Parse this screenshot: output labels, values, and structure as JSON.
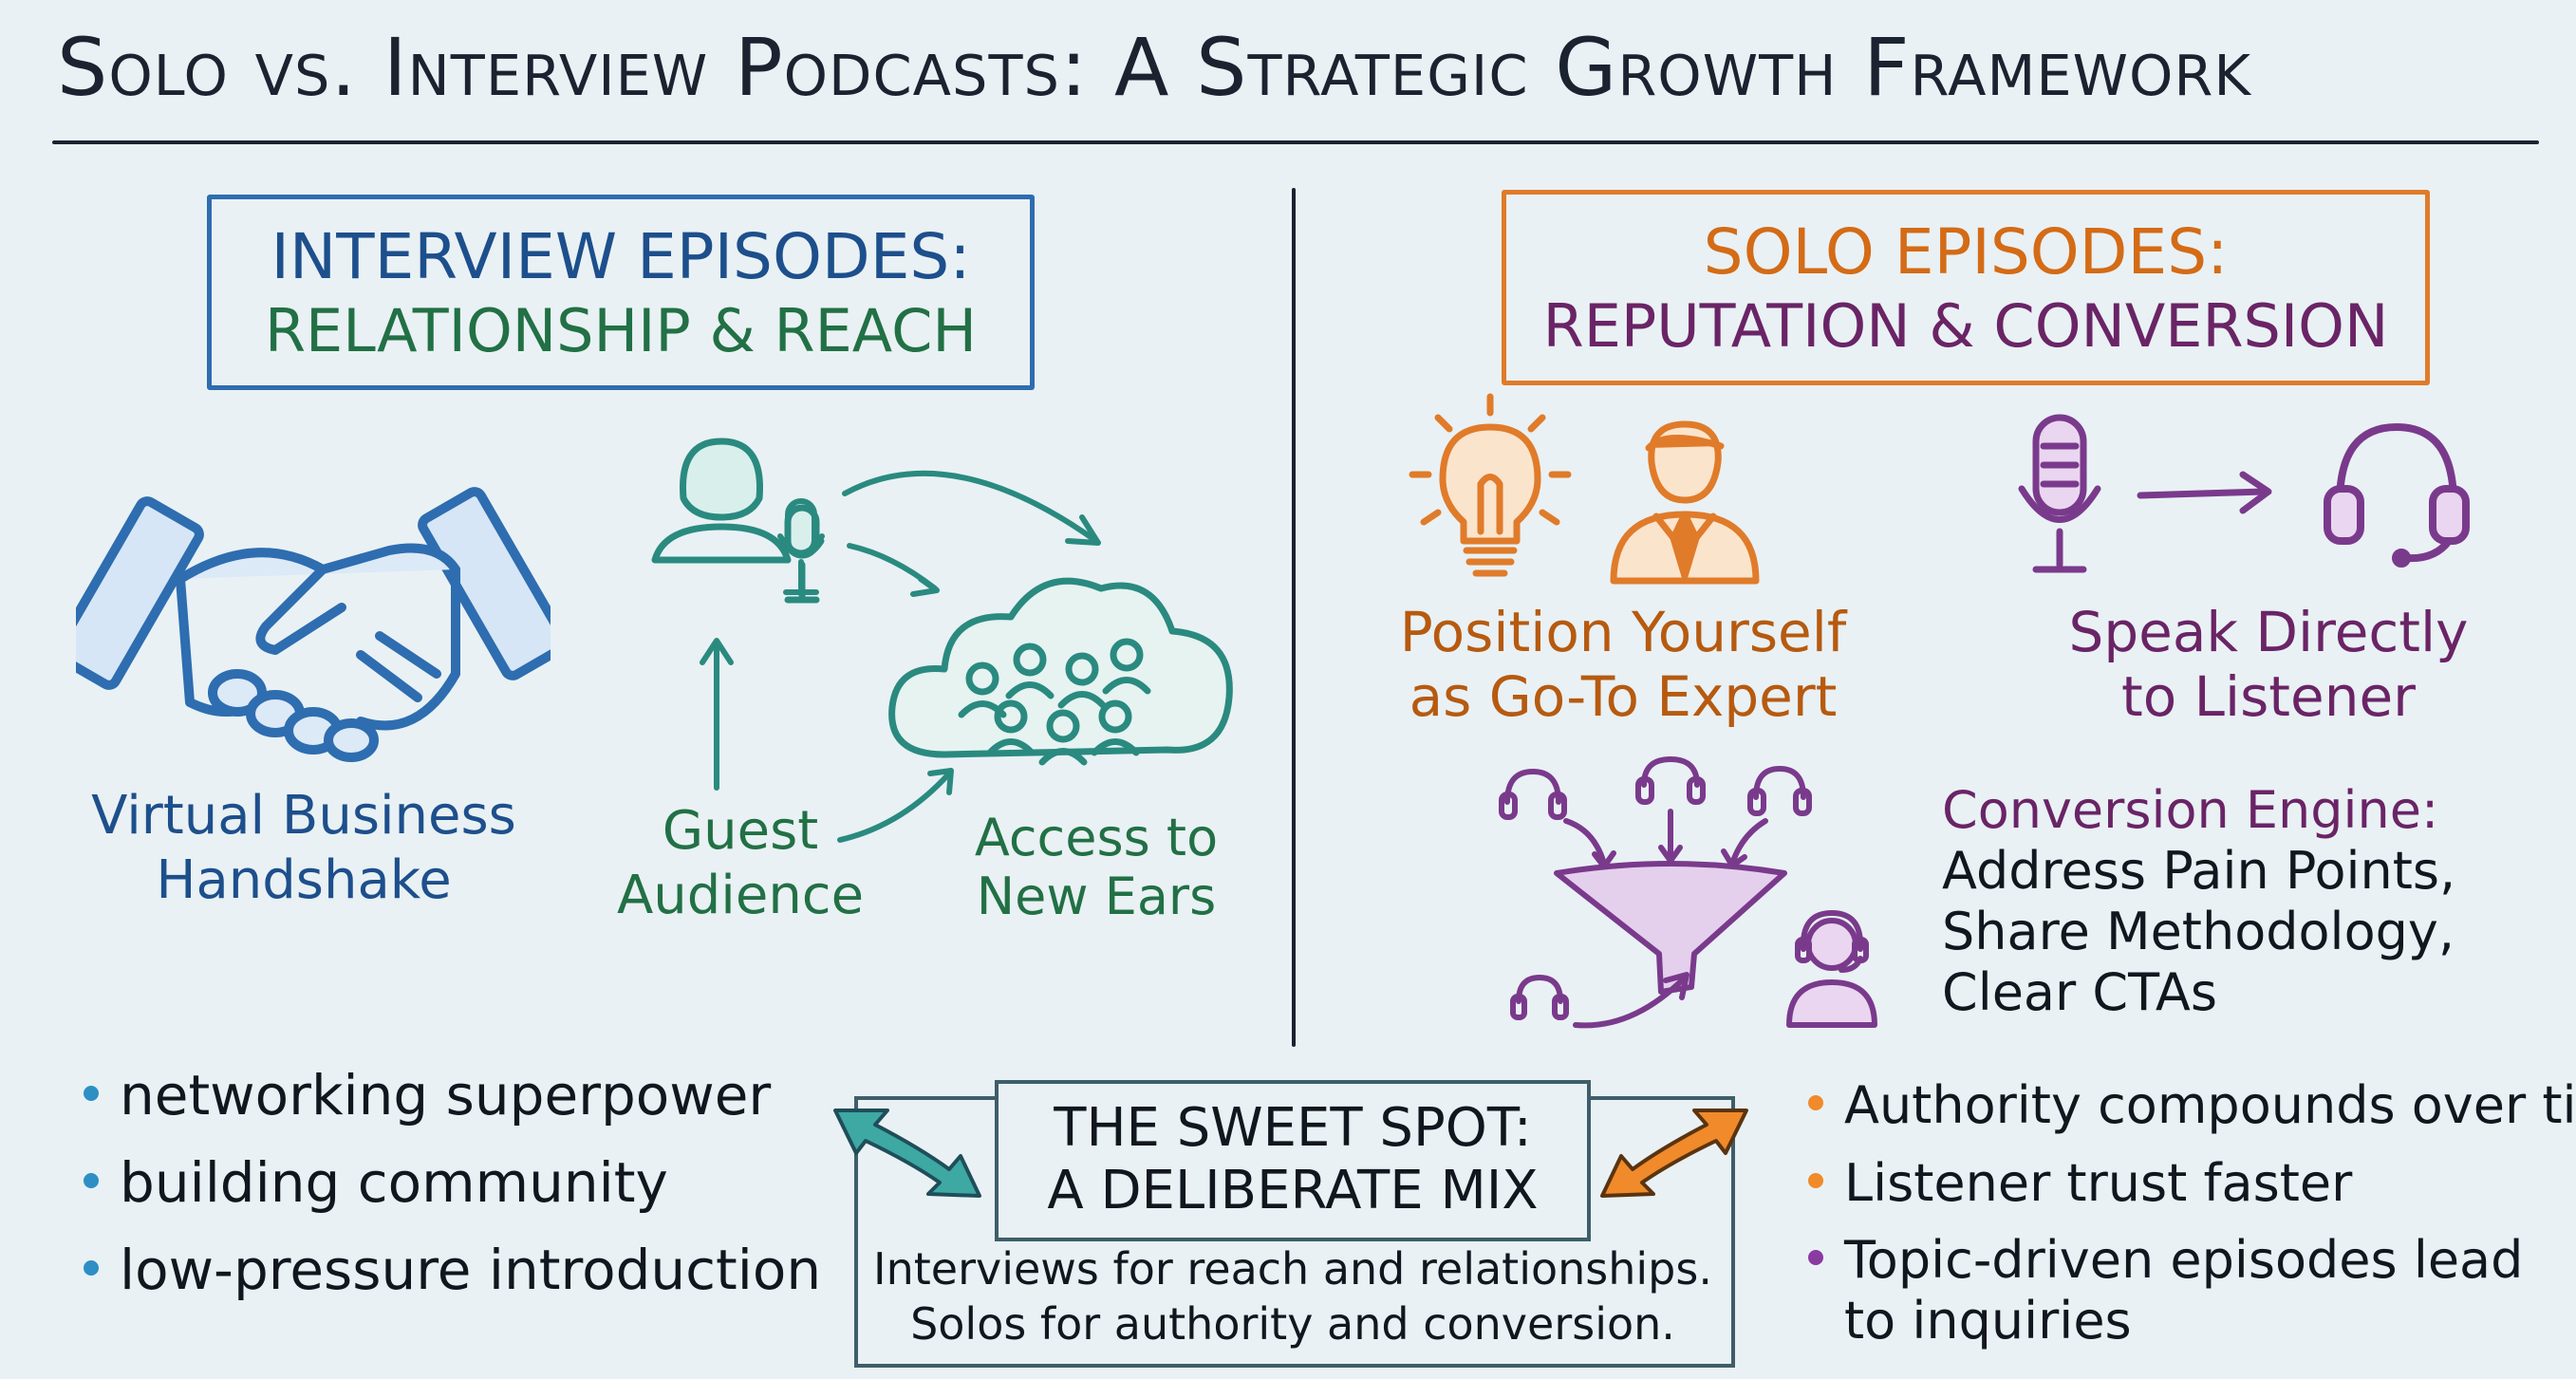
{
  "title": "Solo vs. Interview Podcasts: A Strategic Growth Framework",
  "interview": {
    "heading_line1": "Interview Episodes:",
    "heading_line2": "Relationship & Reach",
    "handshake_label_line1": "Virtual Business",
    "handshake_label_line2": "Handshake",
    "guest_label_line1": "Guest",
    "guest_label_line2": "Audience",
    "access_label_line1": "Access to",
    "access_label_line2": "New Ears",
    "bullets": [
      "networking superpower",
      "building community",
      "low-pressure introduction"
    ],
    "bullet_color": "#2e8fc4"
  },
  "solo": {
    "heading_line1": "Solo Episodes:",
    "heading_line2": "Reputation & Conversion",
    "expert_label_line1": "Position Yourself",
    "expert_label_line2": "as Go-To Expert",
    "speak_label_line1": "Speak Directly",
    "speak_label_line2": "to Listener",
    "conversion_title": "Conversion Engine:",
    "conversion_lines": [
      "Address Pain Points,",
      "Share Methodology,",
      "Clear CTAs"
    ],
    "bullets": [
      {
        "text": "Authority compounds over time",
        "color": "#f08a2a"
      },
      {
        "text": "Listener trust faster",
        "color": "#f08a2a"
      },
      {
        "text": "Topic-driven episodes lead",
        "color": "#8a3aa0"
      },
      {
        "text": "to inquiries",
        "color": ""
      }
    ]
  },
  "sweet_spot": {
    "line1": "The Sweet Spot:",
    "line2": "A Deliberate Mix",
    "desc_line1": "Interviews for reach and relationships.",
    "desc_line2": "Solos for authority and conversion."
  },
  "colors": {
    "interview_accent": "#2e6db0",
    "solo_accent": "#e07b2a",
    "teal": "#2a8a80",
    "purple": "#6a2466"
  }
}
